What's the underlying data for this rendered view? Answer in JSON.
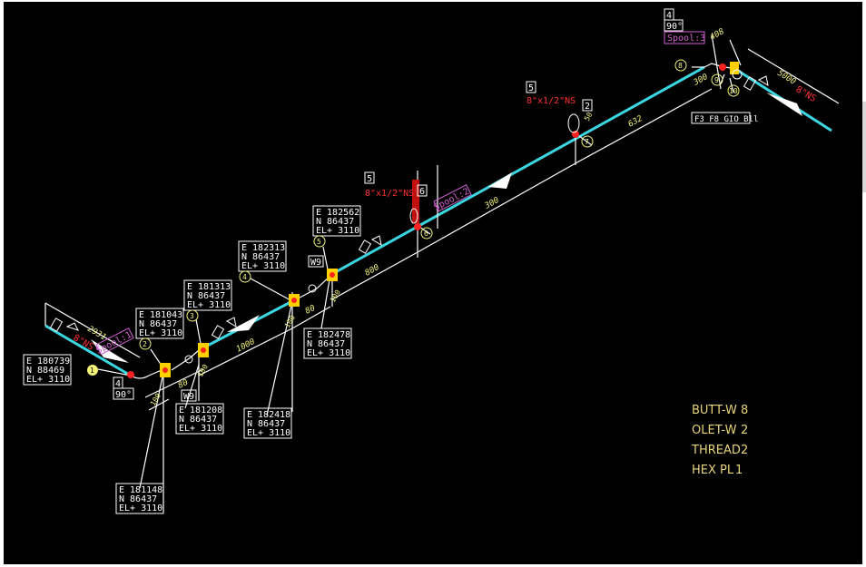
{
  "coord_boxes": [
    {
      "e": "E 180739",
      "n": "N 88469",
      "el": "EL+ 3110"
    },
    {
      "e": "E 181043",
      "n": "N 86437",
      "el": "EL+ 3110"
    },
    {
      "e": "E 181148",
      "n": "N 86437",
      "el": "EL+ 3110"
    },
    {
      "e": "E 181313",
      "n": "N 86437",
      "el": "EL+ 3110"
    },
    {
      "e": "E 181208",
      "n": "N 86437",
      "el": "EL+ 3110"
    },
    {
      "e": "E 182313",
      "n": "N 86437",
      "el": "EL+ 3110"
    },
    {
      "e": "E 182418",
      "n": "N 86437",
      "el": "EL+ 3110"
    },
    {
      "e": "E 182562",
      "n": "N 86437",
      "el": "EL+ 3110"
    },
    {
      "e": "E 182478",
      "n": "N 86437",
      "el": "EL+ 3110"
    }
  ],
  "dimensions": [
    "2931",
    "1000",
    "80",
    "80",
    "800",
    "300",
    "632",
    "408",
    "300",
    "5000",
    "50",
    "100",
    "100",
    "100",
    "100"
  ],
  "point_numbers": [
    "1",
    "2",
    "3",
    "4",
    "5",
    "6",
    "7",
    "8",
    "9",
    "10"
  ],
  "tags": {
    "elbow_count_left": "4",
    "elbow_angle_left": "90°",
    "elbow_count_right": "4",
    "elbow_angle_right": "90°",
    "weld_a": "W9",
    "weld_b": "W9",
    "olet_ref_a": "5",
    "olet_ref_b": "5",
    "olet_ref_c": "6",
    "olet_ref_d": "2"
  },
  "pipe_sizes": {
    "left": "8\"NS",
    "right": "8\"NS",
    "olet_a": "8\"x1/2\"NS",
    "olet_b": "8\"x1/2\"NS"
  },
  "spools": [
    "Spool:1",
    "Spool:2",
    "Spool:3"
  ],
  "flange_note": "F3 F8 GIO Bll",
  "summary": [
    {
      "label": "BUTT-W",
      "count": "8"
    },
    {
      "label": "OLET-W",
      "count": "2"
    },
    {
      "label": "THREAD",
      "count": "2"
    },
    {
      "label": "HEX PL",
      "count": "1"
    }
  ],
  "colors": {
    "background": "#000000",
    "pipe": "#3ad7e3",
    "dimension_text": "#f3f37a",
    "size_text": "#ff3030",
    "spool_text": "#d060d0",
    "summary_text": "#e8d57a",
    "fitting": "#ffd000",
    "weld_point": "#ff2020"
  }
}
